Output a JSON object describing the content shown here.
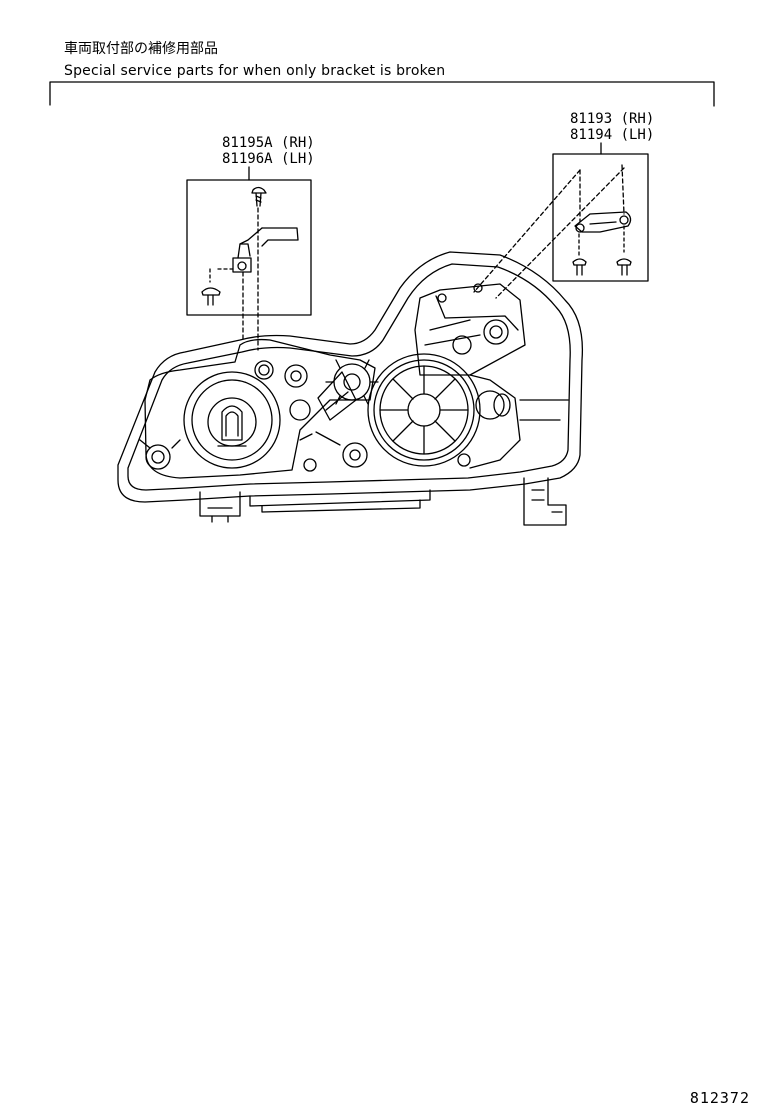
{
  "header": {
    "title_jp": "車両取付部の補修用部品",
    "title_en": "Special service parts for when only bracket is broken"
  },
  "callouts": {
    "left": {
      "line1": "81195A (RH)",
      "line2": "81196A (LH)"
    },
    "right": {
      "line1": "81193 (RH)",
      "line2": "81194 (LH)"
    }
  },
  "footer": {
    "ref_code": "812372"
  }
}
